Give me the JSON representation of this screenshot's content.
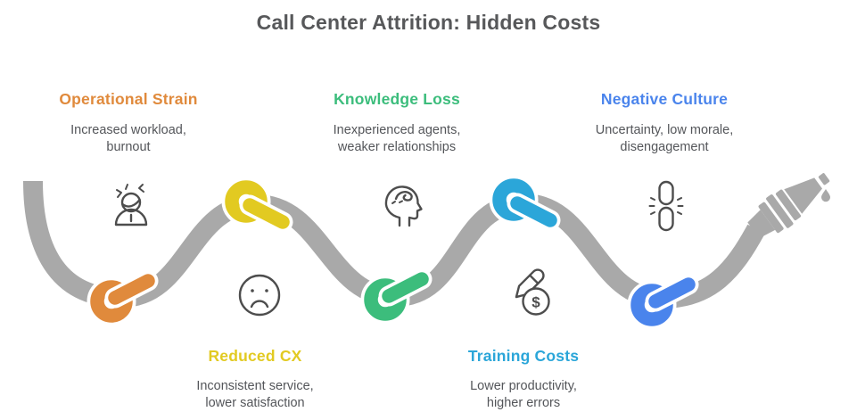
{
  "title": "Call Center Attrition: Hidden Costs",
  "title_color": "#57585a",
  "desc_color": "#54565a",
  "rope_color": "#a9a9a9",
  "icon_stroke_color": "#4d4d4d",
  "dollar_glyph": "$",
  "sections": [
    {
      "id": "operational-strain",
      "label": "Operational Strain",
      "desc": "Increased workload,\nburnout",
      "color": "#e08a3c",
      "icon": "stressed-person-icon",
      "row": "top"
    },
    {
      "id": "reduced-cx",
      "label": "Reduced CX",
      "desc": "Inconsistent service,\nlower satisfaction",
      "color": "#e2ca21",
      "icon": "sad-face-icon",
      "row": "bottom"
    },
    {
      "id": "knowledge-loss",
      "label": "Knowledge Loss",
      "desc": "Inexperienced agents,\nweaker relationships",
      "color": "#3cbd7c",
      "icon": "head-profile-icon",
      "row": "top"
    },
    {
      "id": "training-costs",
      "label": "Training Costs",
      "desc": "Lower productivity,\nhigher errors",
      "color": "#2ba6d9",
      "icon": "pencil-dollar-icon",
      "row": "bottom"
    },
    {
      "id": "negative-culture",
      "label": "Negative Culture",
      "desc": "Uncertainty, low morale,\ndisengagement",
      "color": "#4a84ec",
      "icon": "broken-chain-icon",
      "row": "top"
    }
  ]
}
